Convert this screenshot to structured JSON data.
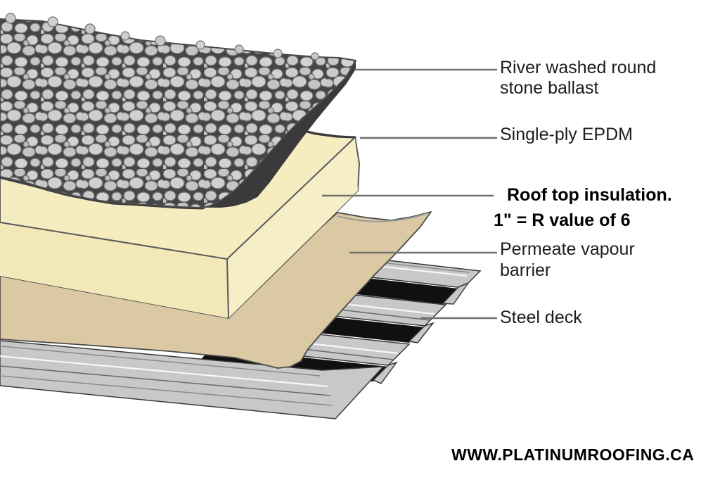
{
  "diagram": {
    "type": "roof-cross-section",
    "background": "#ffffff",
    "callouts": {
      "ballast": {
        "line1": "River washed round",
        "line2": "stone ballast"
      },
      "epdm": {
        "label": "Single-ply EPDM"
      },
      "insulation": {
        "line1": "Roof top insulation.",
        "line2": "1\" = R value of 6"
      },
      "vapour_barrier": {
        "line1": "Permeate vapour",
        "line2": "barrier"
      },
      "steel_deck": {
        "label": "Steel deck"
      }
    },
    "watermark": "WWW.PLATINUMROOFING.CA",
    "colors": {
      "insulation_fill": "#f5ecc0",
      "insulation_front_face": "#f2e8b8",
      "insulation_right_face": "#f6eec6",
      "membrane_fill": "#3a3a3a",
      "barrier_fill": "#dbc9a4",
      "deck_gray": "#c8c8c8",
      "flute_black": "#101010",
      "pebble_gray": "#cbcbcb",
      "pebble_gap": "#454545",
      "leader_stroke": "#707070",
      "label_color": "#1d1d1d",
      "bold_label_color": "#000000"
    }
  }
}
